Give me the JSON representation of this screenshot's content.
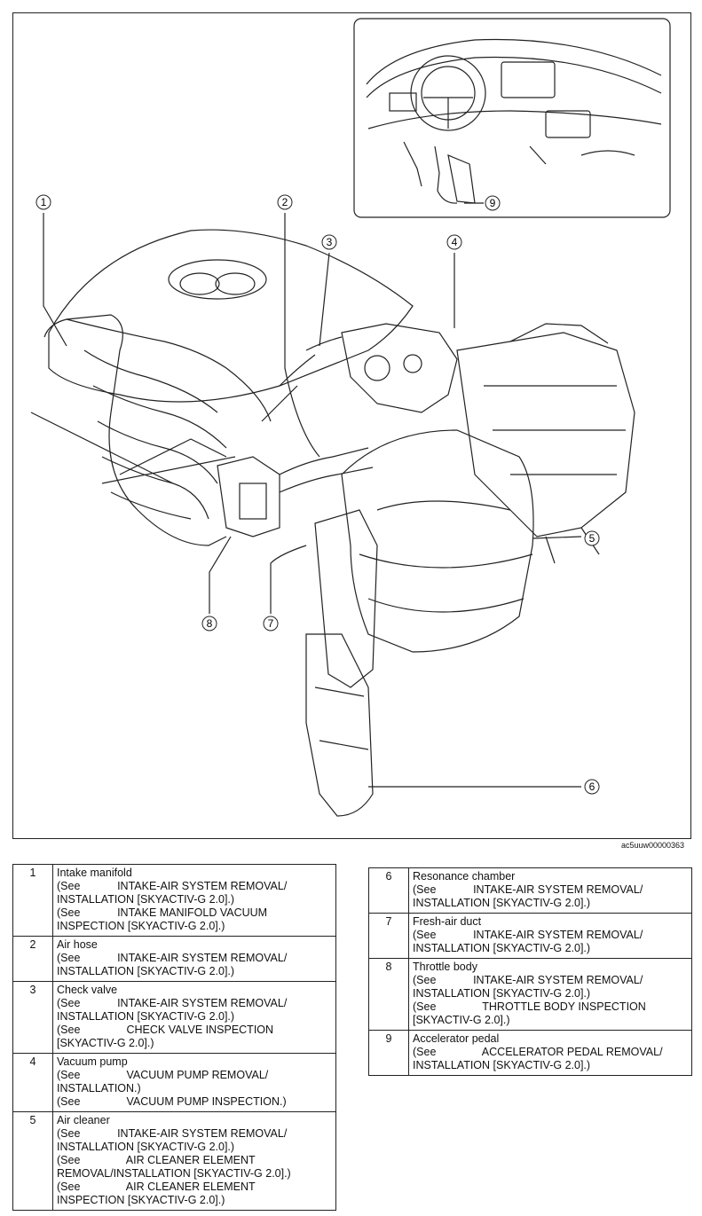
{
  "figure": {
    "code": "ac5uuw00000363",
    "callouts": [
      "1",
      "2",
      "3",
      "4",
      "5",
      "6",
      "7",
      "8",
      "9"
    ]
  },
  "parts_left": [
    {
      "num": "1",
      "name": "Intake manifold",
      "refs": [
        "(See            INTAKE-AIR SYSTEM REMOVAL/",
        "INSTALLATION [SKYACTIV-G 2.0].)",
        "(See            INTAKE MANIFOLD VACUUM",
        "INSPECTION [SKYACTIV-G 2.0].)"
      ]
    },
    {
      "num": "2",
      "name": "Air hose",
      "refs": [
        "(See            INTAKE-AIR SYSTEM REMOVAL/",
        "INSTALLATION [SKYACTIV-G 2.0].)"
      ]
    },
    {
      "num": "3",
      "name": "Check valve",
      "refs": [
        "(See            INTAKE-AIR SYSTEM REMOVAL/",
        "INSTALLATION [SKYACTIV-G 2.0].)",
        "(See               CHECK VALVE INSPECTION",
        "[SKYACTIV-G 2.0].)"
      ]
    },
    {
      "num": "4",
      "name": "Vacuum pump",
      "refs": [
        "(See               VACUUM PUMP REMOVAL/",
        "INSTALLATION.)",
        "(See               VACUUM PUMP INSPECTION.)"
      ]
    },
    {
      "num": "5",
      "name": "Air cleaner",
      "refs": [
        "(See            INTAKE-AIR SYSTEM REMOVAL/",
        "INSTALLATION [SKYACTIV-G 2.0].)",
        "(See               AIR CLEANER ELEMENT",
        "REMOVAL/INSTALLATION [SKYACTIV-G 2.0].)",
        "(See               AIR CLEANER ELEMENT",
        "INSPECTION [SKYACTIV-G 2.0].)"
      ]
    }
  ],
  "parts_right": [
    {
      "num": "6",
      "name": "Resonance chamber",
      "refs": [
        "(See            INTAKE-AIR SYSTEM REMOVAL/",
        "INSTALLATION [SKYACTIV-G 2.0].)"
      ]
    },
    {
      "num": "7",
      "name": "Fresh-air duct",
      "refs": [
        "(See            INTAKE-AIR SYSTEM REMOVAL/",
        "INSTALLATION [SKYACTIV-G 2.0].)"
      ]
    },
    {
      "num": "8",
      "name": "Throttle body",
      "refs": [
        "(See            INTAKE-AIR SYSTEM REMOVAL/",
        "INSTALLATION [SKYACTIV-G 2.0].)",
        "(See               THROTTLE BODY INSPECTION",
        "[SKYACTIV-G 2.0].)"
      ]
    },
    {
      "num": "9",
      "name": "Accelerator pedal",
      "refs": [
        "(See               ACCELERATOR PEDAL REMOVAL/",
        "INSTALLATION [SKYACTIV-G 2.0].)"
      ]
    }
  ]
}
